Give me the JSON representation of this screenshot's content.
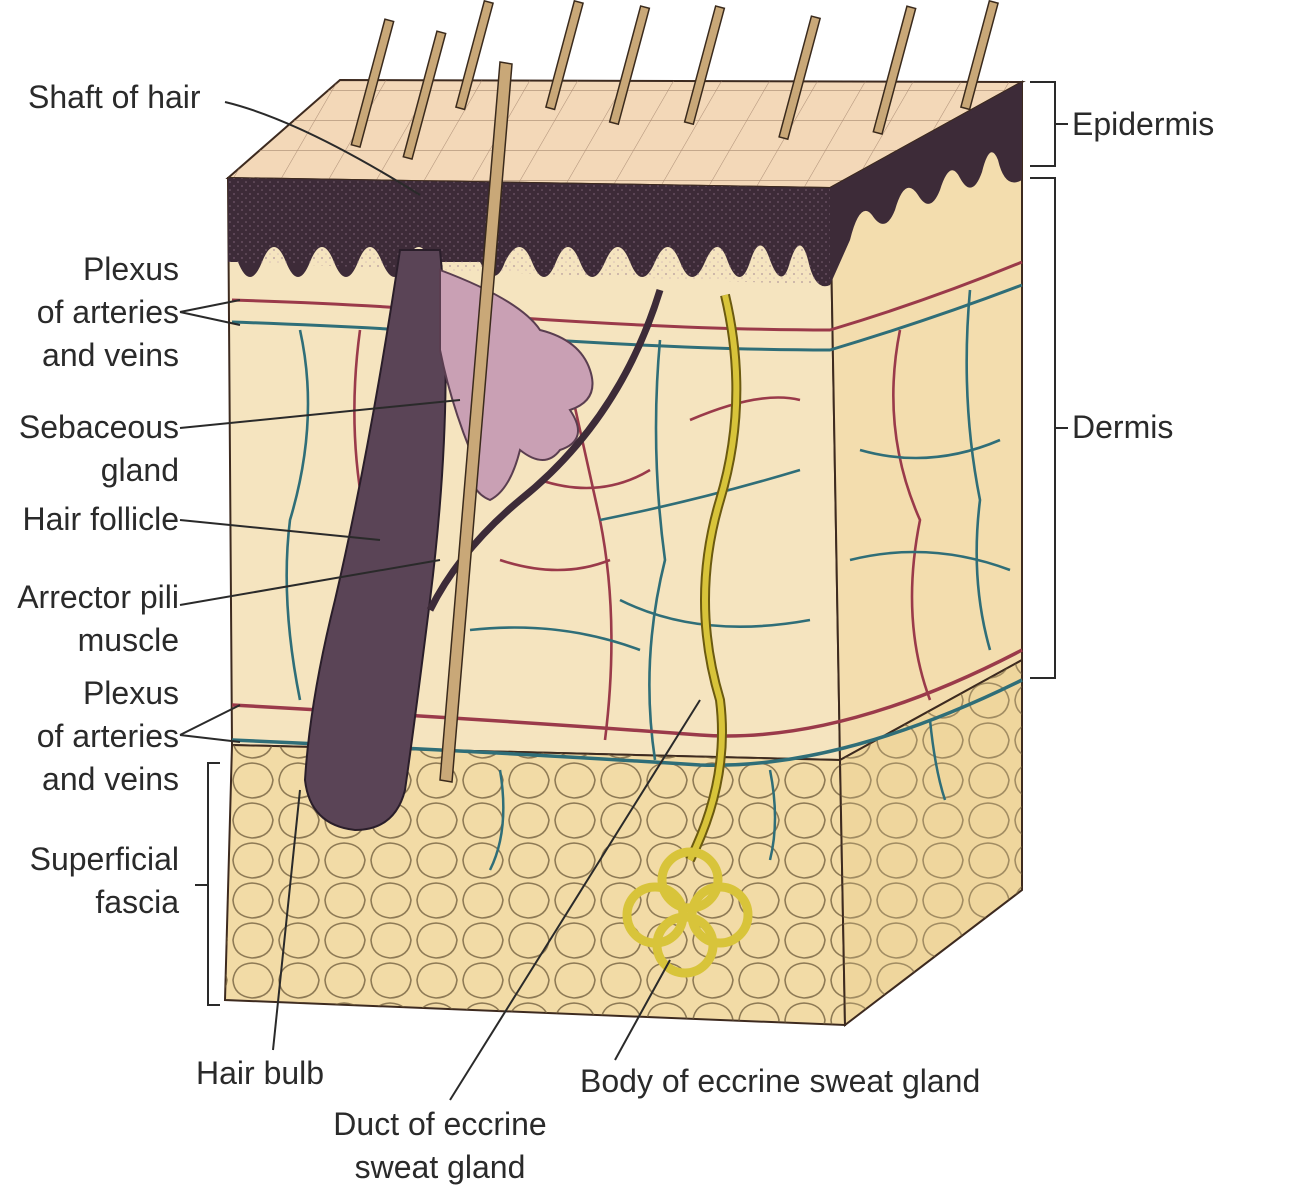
{
  "labels": {
    "shaft_of_hair": "Shaft of hair",
    "plexus_upper": [
      "Plexus",
      "of arteries",
      "and veins"
    ],
    "sebaceous_gland": [
      "Sebaceous",
      "gland"
    ],
    "hair_follicle": "Hair follicle",
    "arrector_pili": [
      "Arrector pili",
      "muscle"
    ],
    "plexus_lower": [
      "Plexus",
      "of arteries",
      "and veins"
    ],
    "superficial_fascia": [
      "Superficial",
      "fascia"
    ],
    "hair_bulb": "Hair bulb",
    "duct_eccrine": [
      "Duct of eccrine",
      "sweat gland"
    ],
    "body_eccrine": "Body of eccrine sweat gland",
    "epidermis": "Epidermis",
    "dermis": "Dermis"
  },
  "colors": {
    "epidermis_surface": "#f3d8b8",
    "epidermis_pigment": "#3d2b38",
    "dermis": "#f4e1b8",
    "fascia": "#f1dcaa",
    "artery": "#9a3a4a",
    "vein": "#2f6e78",
    "sweat_gland": "#d8c43a",
    "hair": "#c9a878",
    "follicle": "#5a4456",
    "sebaceous": "#c9a0b4"
  }
}
